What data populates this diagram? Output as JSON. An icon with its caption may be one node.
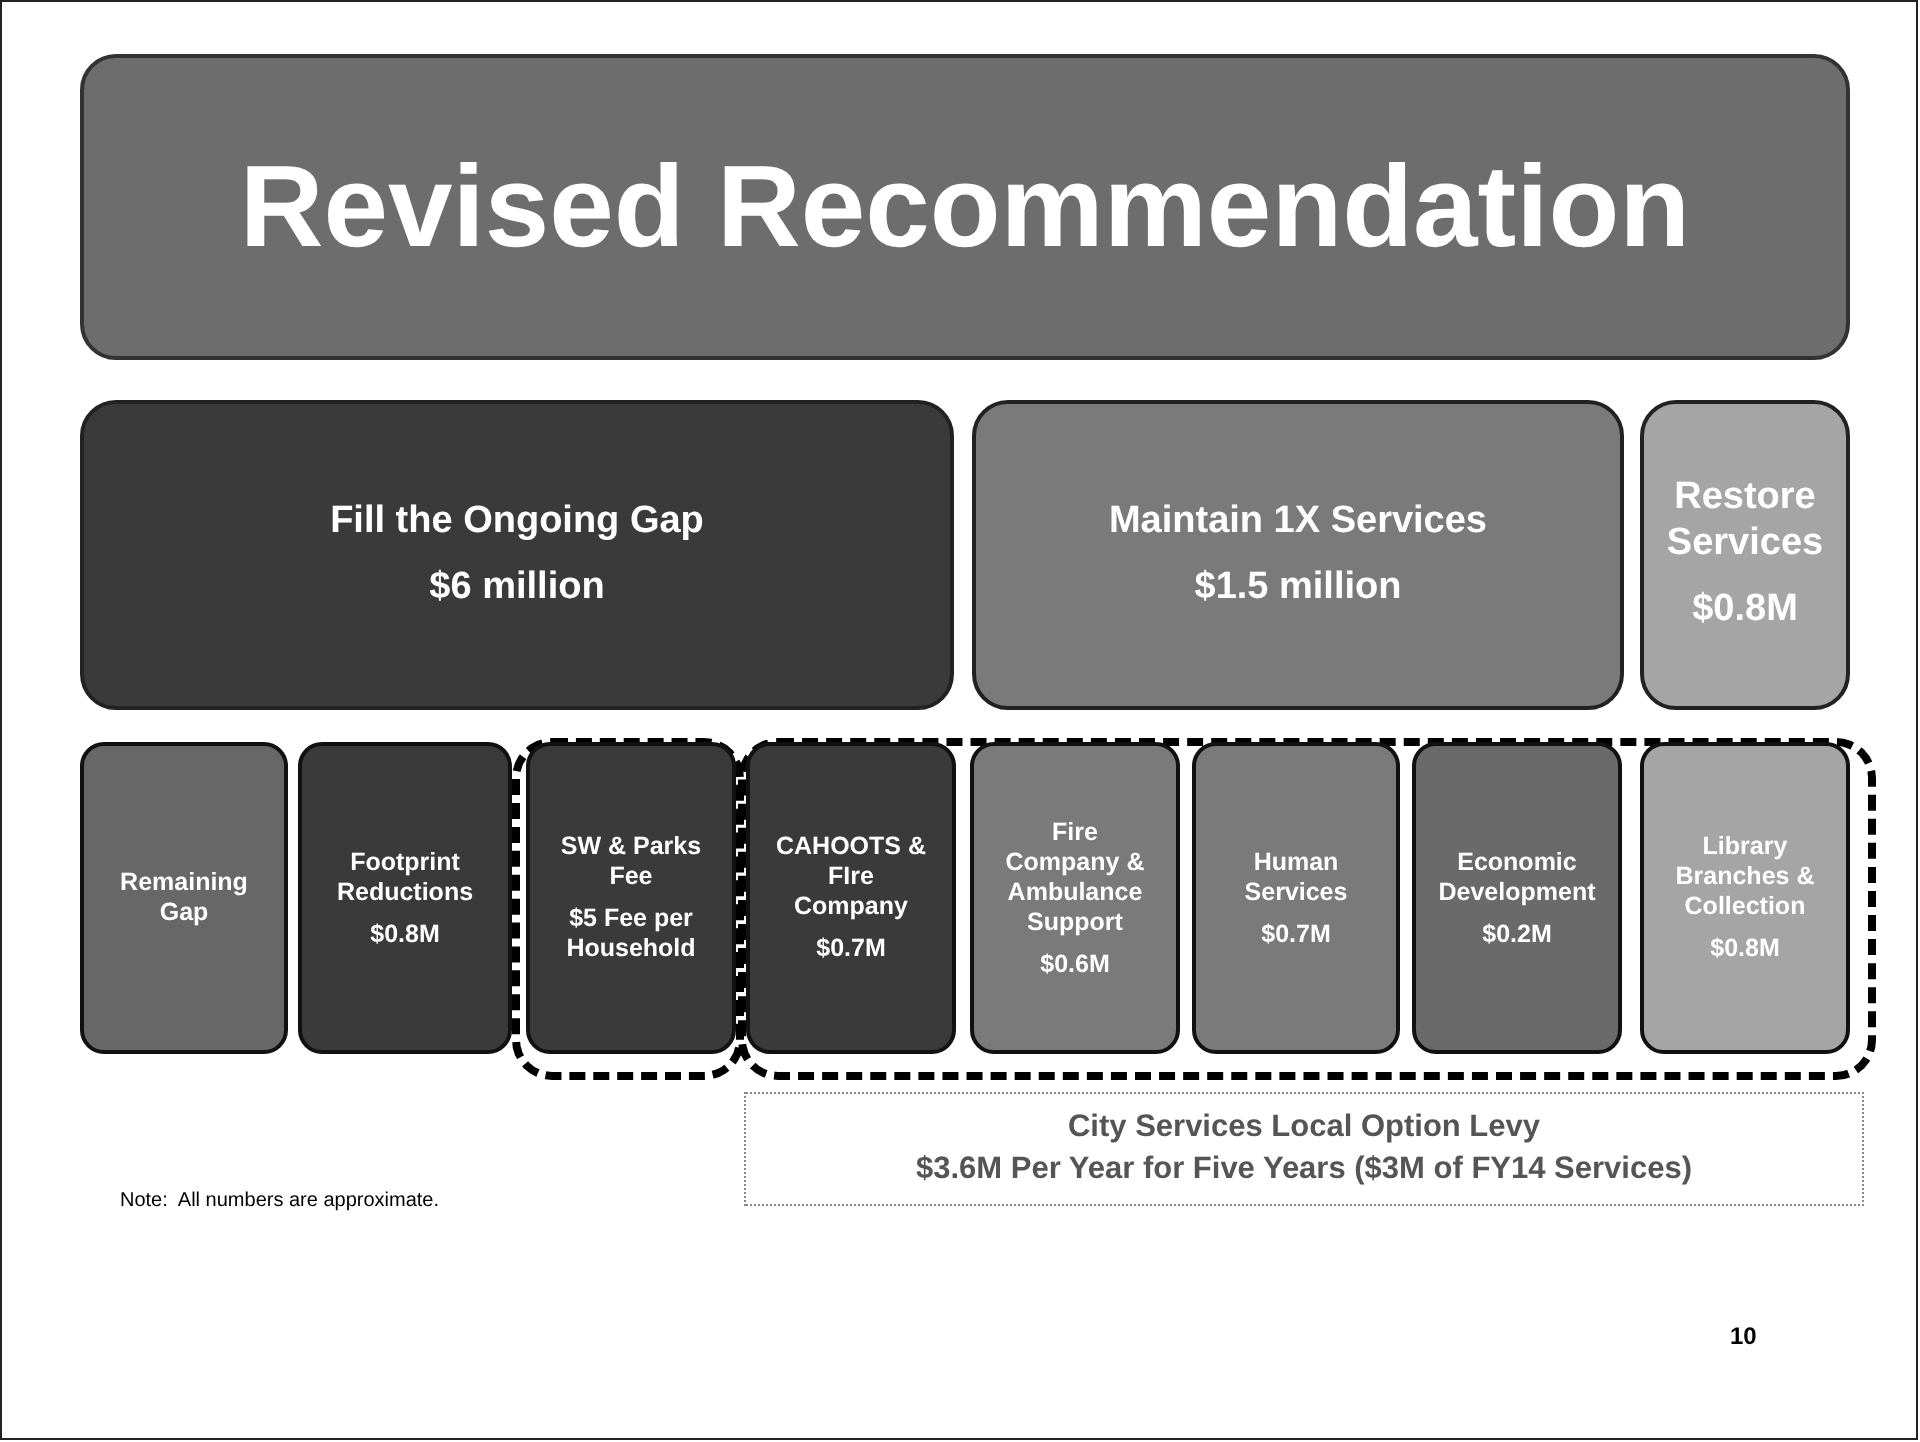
{
  "diagram": {
    "nodes": [
      {
        "text": [
          "Revised Recommendation"
        ]
      },
      {
        "text": [
          "Fill the Ongoing Gap",
          "$6 million"
        ]
      },
      {
        "text": [
          "Maintain 1X Services",
          "$1.5 million"
        ]
      },
      {
        "text": [
          "Restore Services",
          "$0.8M"
        ]
      },
      {
        "text": [
          "Remaining Gap"
        ]
      },
      {
        "text": [
          "Footprint Reductions",
          "$0.8M"
        ]
      },
      {
        "text": [],
        "shape": "box"
      },
      {
        "text": [
          "SW & Parks Fee",
          "$5 Fee per Household"
        ],
        "in": 6
      },
      {
        "text": [],
        "shape": "box"
      },
      {
        "text": [
          "CAHOOTS & FIre Company",
          "$0.7M"
        ],
        "in": 8
      },
      {
        "text": [
          "Fire Company & Ambulance Support",
          "$0.6M"
        ],
        "in": 8
      },
      {
        "text": [
          "Human Services",
          "$0.7M"
        ],
        "in": 8
      },
      {
        "text": [
          "Economic Development",
          "$0.2M"
        ],
        "in": 8
      },
      {
        "text": [
          "Library Branches & Collection",
          "$0.8M"
        ],
        "in": 8
      },
      {
        "text": [
          "City Services Local Option Levy",
          "$3.6M Per Year for Five Years ($3M of FY14 Services)"
        ]
      }
    ],
    "labels": [
      "Note:  All numbers are approximate.",
      "10"
    ]
  }
}
